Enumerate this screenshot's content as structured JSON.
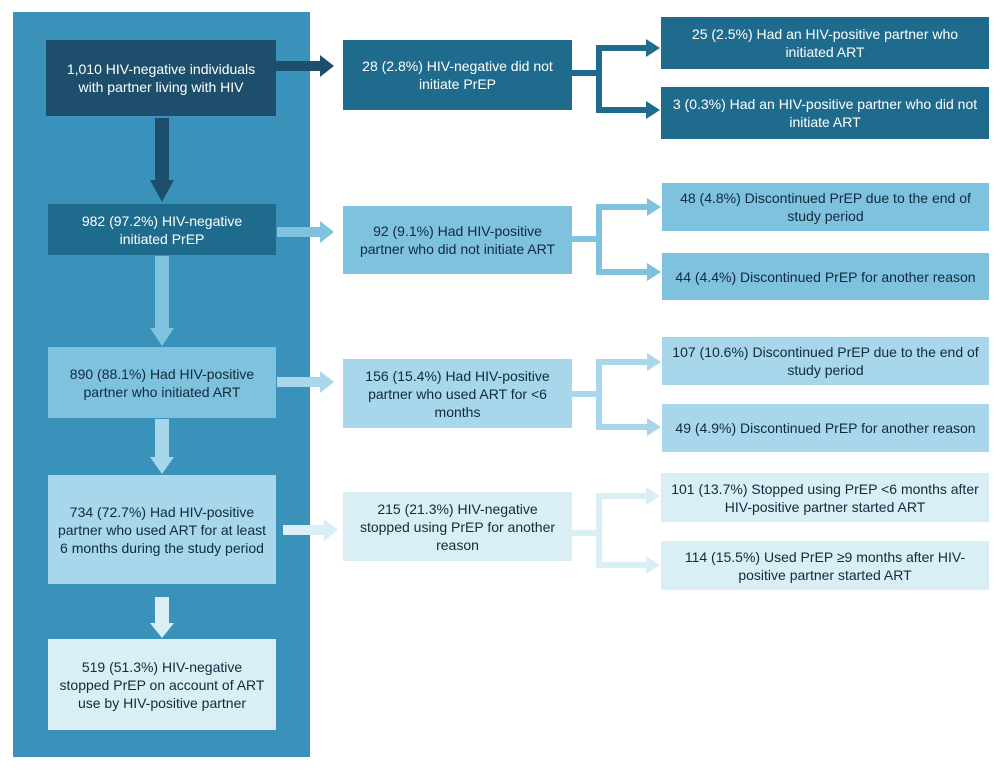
{
  "flowchart": {
    "main": [
      "1,010 HIV-negative individuals with partner living with HIV",
      "982 (97.2%) HIV-negative initiated PrEP",
      "890 (88.1%) Had HIV-positive partner who initiated ART",
      "734 (72.7%) Had HIV-positive partner who used ART for at least 6 months during the study period",
      "519 (51.3%) HIV-negative stopped PrEP on account of ART use by HIV-positive partner"
    ],
    "middle": [
      "28 (2.8%) HIV-negative did not initiate PrEP",
      "92 (9.1%) Had HIV-positive partner who did not initiate ART",
      "156 (15.4%) Had HIV-positive partner who used ART for <6 months",
      "215 (21.3%) HIV-negative stopped using PrEP for another reason"
    ],
    "right": [
      "25 (2.5%) Had an HIV-positive partner who initiated ART",
      "3 (0.3%) Had an HIV-positive partner who did not initiate ART",
      "48 (4.8%) Discontinued PrEP due to the end of study period",
      "44 (4.4%) Discontinued PrEP for another reason",
      "107 (10.6%) Discontinued PrEP due to the end of study period",
      "49 (4.9%) Discontinued PrEP for another reason",
      "101 (13.7%) Stopped using PrEP <6 months after HIV-positive partner started ART",
      "114 (15.5%) Used PrEP ≥9 months after HIV-positive partner started ART"
    ]
  },
  "colors": {
    "panel": "#3a92bb",
    "row1": "#1d4f6c",
    "row1_side": "#1f6b8e",
    "row2": "#7ec2dd",
    "row3": "#a8d6ea",
    "row4": "#c2e2ef",
    "row5": "#daeef6"
  }
}
